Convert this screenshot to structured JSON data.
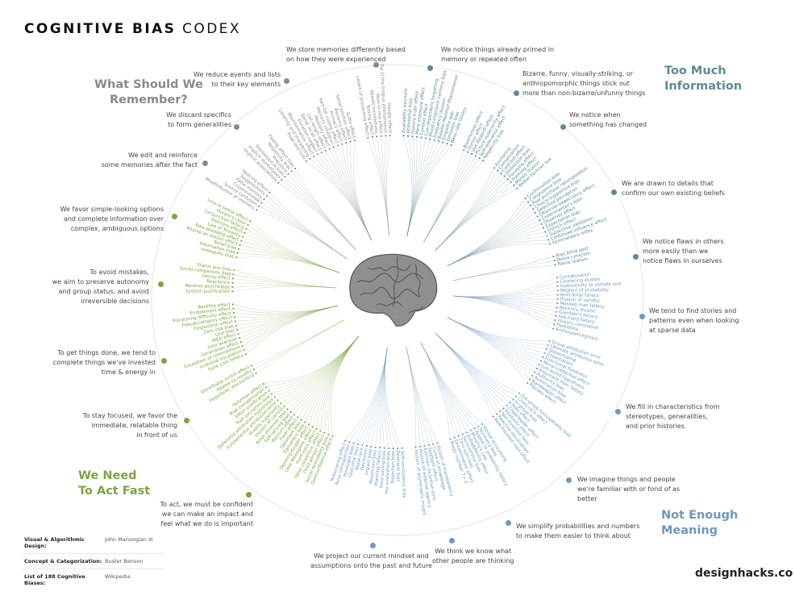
{
  "title": {
    "bold": "COGNITIVE BIAS",
    "light": "CODEX"
  },
  "categories": [
    {
      "name": "Too Much\nInformation",
      "color": "#5f8a95"
    },
    {
      "name": "Not Enough\nMeaning",
      "color": "#6f98bd"
    },
    {
      "name": "We Need\nTo Act Fast",
      "color": "#7aa542"
    },
    {
      "name": "What Should We\nRemember?",
      "color": "#8a8a8a"
    }
  ],
  "groups": [
    {
      "cat": 0,
      "desc": "We notice things already primed in\nmemory or repeated often",
      "items": [
        "Availability heuristic",
        "Attentional bias",
        "Illusory truth effect",
        "Mere exposure effect",
        "Context effect",
        "Cue-dependent forgetting",
        "Mood-congruent memory bias",
        "Frequency illusion",
        "Baader-Meinhof Phenomenon",
        "Empathy gap",
        "Omission bias",
        "Base rate fallacy"
      ]
    },
    {
      "cat": 0,
      "desc": "Bizarre, funny, visually-striking, or\nanthropomorphic things stick out\nmore than non-bizarre/unfunny things",
      "items": [
        "Bizarreness effect",
        "Humor effect",
        "Von Restorff effect",
        "Picture superiority effect",
        "Self-relevance effect",
        "Negativity bias"
      ]
    },
    {
      "cat": 0,
      "desc": "We notice when\nsomething has changed",
      "items": [
        "Anchoring",
        "Conservatism",
        "Contrast effect",
        "Distinction bias",
        "Focusing effect",
        "Framing effect",
        "Money illusion",
        "Weber-Fechner law"
      ]
    },
    {
      "cat": 0,
      "desc": "We are drawn to details that\nconfirm our own existing beliefs",
      "items": [
        "Confirmation bias",
        "Congruence bias",
        "Post-purchase rationalization",
        "Choice-supportive bias",
        "Selective perception",
        "Observer-expectancy effect",
        "Experimenter's bias",
        "Observer effect",
        "Expectation bias",
        "Ostrich effect",
        "Subjective validation",
        "Continued influence effect",
        "Semmelweis reflex"
      ]
    },
    {
      "cat": 0,
      "desc": "We notice flaws in others\nmore easily than we\nnotice flaws in ourselves",
      "items": [
        "Bias blind spot",
        "Naive cynicism",
        "Naive realism"
      ]
    },
    {
      "cat": 1,
      "desc": "We tend to find stories and\npatterns even when looking\nat sparse data",
      "items": [
        "Confabulation",
        "Clustering illusion",
        "Insensitivity to sample size",
        "Neglect of probability",
        "Anecdotal fallacy",
        "Illusion of validity",
        "Masked man fallacy",
        "Recency illusion",
        "Gambler's fallacy",
        "Hot-hand fallacy",
        "Illusory correlation",
        "Pareidolia",
        "Anthropomorphism"
      ]
    },
    {
      "cat": 1,
      "desc": "We fill in characteristics from\nstereotypes, generalities,\nand prior histories",
      "items": [
        "Group attribution error",
        "Ultimate attribution error",
        "Stereotyping",
        "Essentialism",
        "Functional fixedness",
        "Moral credential effect",
        "Just-world hypothesis",
        "Argument from fallacy",
        "Authority bias",
        "Automation bias",
        "Bandwagon effect",
        "Placebo effect"
      ]
    },
    {
      "cat": 1,
      "desc": "We imagine things and people\nwe're familiar with or fond of as\nbetter",
      "items": [
        "Out-group homogeneity bias",
        "Cross-race effect",
        "In-group bias",
        "Halo effect",
        "Cheerleader effect",
        "Positivity effect",
        "Not invented here",
        "Reactive devaluation",
        "Well-traveled road effect"
      ]
    },
    {
      "cat": 1,
      "desc": "We simplify probabilities and numbers\nto make them easier to think about",
      "items": [
        "Mental accounting",
        "Normalcy bias",
        "Appeal to probability fallacy",
        "Murphy's Law",
        "Subadditivity effect",
        "Survivorship bias",
        "Zero sum bias",
        "Denomination effect",
        "Magic number 7+-2"
      ]
    },
    {
      "cat": 1,
      "desc": "We think we know what\nother people are thinking",
      "items": [
        "Illusion of transparency",
        "Curse of knowledge",
        "Spotlight effect",
        "Extrinsic incentive error",
        "Illusion of external agency",
        "Illusion of asymmetric insight"
      ]
    },
    {
      "cat": 1,
      "desc": "We project our current mindset and\nassumptions onto the past and future",
      "items": [
        "Self-consistency bias",
        "Restraint bias",
        "Projection bias",
        "Pro-innovation bias",
        "Time-saving bias",
        "Planning fallacy",
        "Pessimism bias",
        "Impact bias",
        "Declinism",
        "Moral luck",
        "Outcome bias",
        "Hindsight bias",
        "Rosy retrospection",
        "Telescoping effect"
      ]
    },
    {
      "cat": 2,
      "desc": "To act, we must be confident\nwe can make an impact and\nfeel what we do is important",
      "items": [
        "Overconfidence effect",
        "Social desirability bias",
        "Third-person effect",
        "False consensus effect",
        "Hard-easy effect",
        "Lake Wobegone effect",
        "Dunning-Kruger effect",
        "Egocentric bias",
        "Optimism bias",
        "Forer effect",
        "Barnum effect",
        "Self-serving bias",
        "Actor-observer bias",
        "Illusion of control",
        "Illusory superiority",
        "Fundamental attribution error",
        "Defensive attribution hypothesis",
        "Trait ascription bias",
        "Effort justification",
        "Risk compensation",
        "Peltzman effect"
      ]
    },
    {
      "cat": 2,
      "desc": "To stay focused, we favor the\nimmediate, relatable thing\nin front of us",
      "items": [
        "Hyperbolic discounting",
        "Appeal to novelty",
        "Identifiable victim effect"
      ]
    },
    {
      "cat": 2,
      "desc": "To get things done, we tend to\ncomplete things we've invested\ntime & energy in",
      "items": [
        "Sunk cost fallacy",
        "Irrational escalation",
        "Escalation of commitment",
        "Generation effect",
        "Loss aversion",
        "IKEA effect",
        "Unit bias",
        "Zero-risk bias",
        "Disposition effect",
        "Pseudocertainty effect",
        "Processing difficulty effect",
        "Endowment effect",
        "Backfire effect"
      ]
    },
    {
      "cat": 2,
      "desc": "To avoid mistakes,\nwe aim to preserve autonomy\nand group status, and avoid\nirreversible decisions",
      "items": [
        "System justification",
        "Reverse psychology",
        "Reactance",
        "Decoy effect",
        "Social comparison bias",
        "Status quo bias"
      ]
    },
    {
      "cat": 2,
      "desc": "We favor simple-looking options\nand complete information over\ncomplex, ambiguous options",
      "items": [
        "Ambiguity bias",
        "Information bias",
        "Belief bias",
        "Rhyme as reason effect",
        "Bike-shedding effect",
        "Law of Triviality",
        "Delmore effect",
        "Conjunction fallacy",
        "Occam's razor",
        "Less-is-better effect"
      ]
    },
    {
      "cat": 3,
      "desc": "We edit and reinforce\nsome memories after the fact",
      "items": [
        "Misattribution of memory",
        "Source confusion",
        "Cryptomnesia",
        "False memory",
        "Suggestibility",
        "Spacing effect"
      ]
    },
    {
      "cat": 3,
      "desc": "We discard specifics\nto form generalities",
      "items": [
        "Implicit associations",
        "Implicit stereotypes",
        "Stereotypical bias",
        "Prejudice",
        "Negativity bias",
        "Fading affect bias"
      ]
    },
    {
      "cat": 3,
      "desc": "We reduce events and lists\nto their key elements",
      "items": [
        "Peak-end rule",
        "Leveling and sharpening",
        "Misinformation effect",
        "Duration neglect",
        "Serial recall effect",
        "List-length effect",
        "Modality effect",
        "Memory inhibition",
        "Part-list cueing effect",
        "Primacy effect",
        "Recency effect",
        "Serial position effect",
        "Suffix effect"
      ]
    },
    {
      "cat": 3,
      "desc": "We store memories differently based\non how they were experienced",
      "items": [
        "Levels of processing effect",
        "Testing effect",
        "Absent-mindedness",
        "Next-in-line effect",
        "Tip of the tongue phenomenon",
        "Google effect"
      ]
    }
  ],
  "credits": [
    {
      "label": "Visual & Algorithmic Design:",
      "value": "John Manoogian III"
    },
    {
      "label": "Concept & Categorization:",
      "value": "Buster Benson"
    },
    {
      "label": "List of 188 Cognitive Biases:",
      "value": "Wikipedia"
    }
  ],
  "site": "designhacks.co"
}
